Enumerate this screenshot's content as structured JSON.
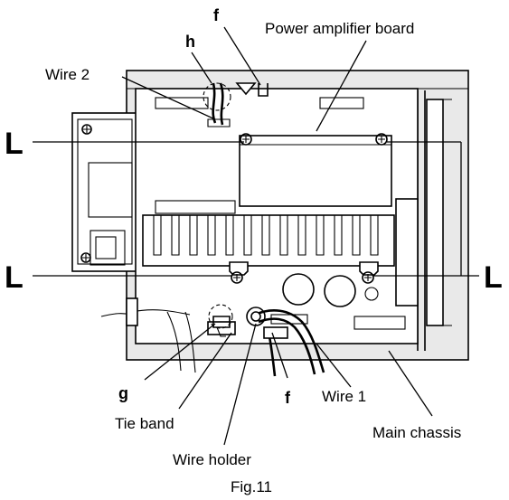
{
  "labels": {
    "power_amplifier_board": "Power amplifier board",
    "wire_2": "Wire 2",
    "wire_1": "Wire 1",
    "tie_band": "Tie band",
    "wire_holder": "Wire holder",
    "main_chassis": "Main chassis",
    "marker_f": "f",
    "marker_h": "h",
    "marker_g": "g",
    "screw_group_L": "L"
  },
  "caption": "Fig.11"
}
